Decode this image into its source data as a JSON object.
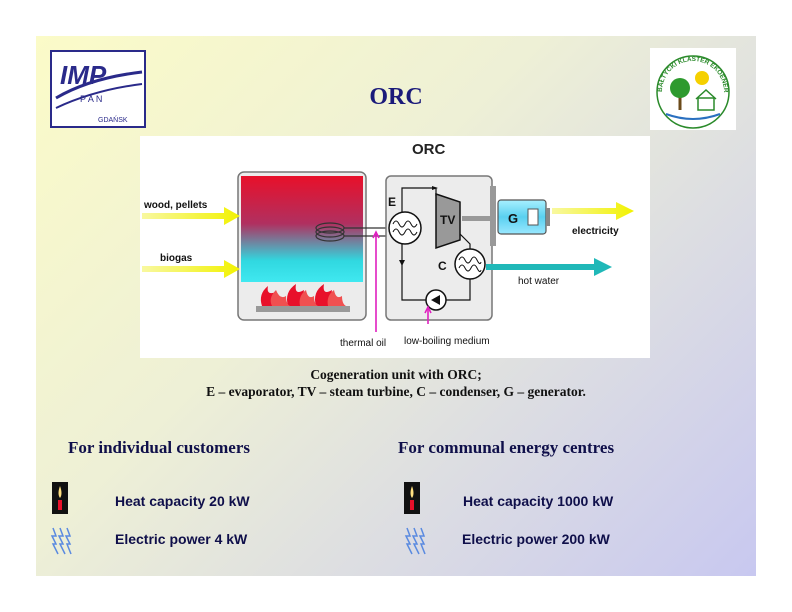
{
  "slide": {
    "title": "ORC",
    "logo_left": {
      "main": "IMP",
      "sub": "P A N",
      "city": "GDAŃSK"
    },
    "logo_right": {
      "text": "BAŁTYCKI KLASTER EKOENERGETYCZNY"
    },
    "diagram": {
      "title": "ORC",
      "labels": {
        "wood": "wood, pellets",
        "biogas": "biogas",
        "thermal_oil": "thermal oil",
        "low_boiling": "low-boiling medium",
        "electricity": "electricity",
        "hot_water": "hot water",
        "e": "E",
        "tv": "TV",
        "c": "C",
        "g": "G"
      },
      "colors": {
        "fuel_arrow": "#f2f200",
        "electric_arrow": "#f2f200",
        "water_arrow": "#20b8b8",
        "pink_line": "#e020c0",
        "flame": "#e8102a"
      }
    },
    "caption": {
      "line1": "Cogeneration unit with ORC;",
      "line2": "E – evaporator, TV – steam turbine, C – condenser, G – generator."
    },
    "left": {
      "heading": "For individual customers",
      "heat": "Heat capacity 20 kW",
      "power": "Electric power 4 kW"
    },
    "right": {
      "heading": "For communal energy centres",
      "heat": "Heat capacity 1000 kW",
      "power": "Electric power 200 kW"
    },
    "icons": {
      "heat": "candle-flame-icon",
      "power": "lightning-icon"
    }
  }
}
